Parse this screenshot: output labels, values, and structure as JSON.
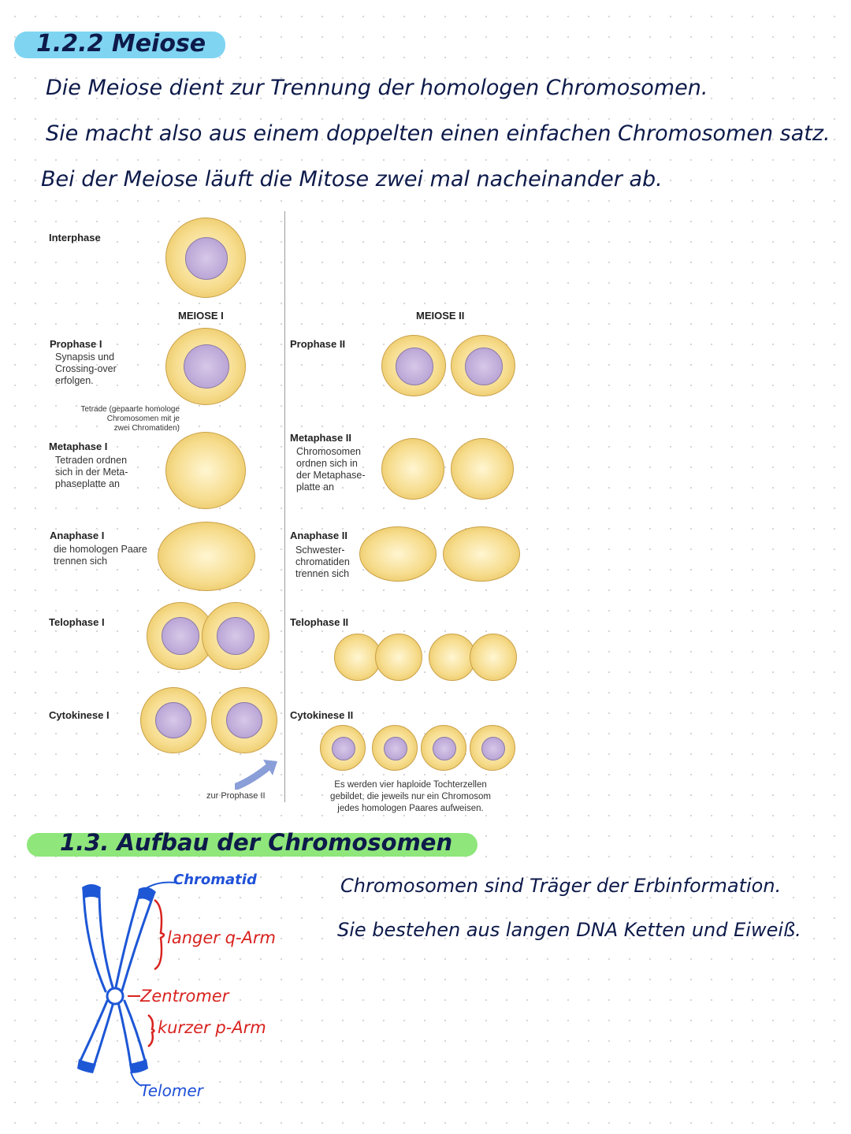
{
  "section1": {
    "heading": "1.2.2 Meiose",
    "lines": [
      "Die Meiose dient zur Trennung der homologen Chromosomen.",
      "Sie macht also aus einem doppelten einen einfachen Chromosomen satz.",
      "Bei der Meiose läuft die Mitose zwei mal nacheinander ab."
    ]
  },
  "diagram": {
    "interphase": "Interphase",
    "meiose1": "MEIOSE I",
    "meiose2": "MEIOSE II",
    "prophase1": {
      "label": "Prophase I",
      "desc": [
        "Synapsis und",
        "Crossing-over",
        "erfolgen."
      ]
    },
    "tetrade": [
      "Tetrade (gepaarte homologe",
      "Chromosomen mit je",
      "zwei Chromatiden)"
    ],
    "metaphase1": {
      "label": "Metaphase I",
      "desc": [
        "Tetraden ordnen",
        "sich in der Meta-",
        "phaseplatte an"
      ]
    },
    "anaphase1": {
      "label": "Anaphase I",
      "desc": [
        "die homologen Paare",
        "trennen sich"
      ]
    },
    "telophase1": {
      "label": "Telophase I"
    },
    "cytokinese1": {
      "label": "Cytokinese I"
    },
    "zur_prophase2": "zur Prophase II",
    "prophase2": {
      "label": "Prophase II"
    },
    "metaphase2": {
      "label": "Metaphase II",
      "desc": [
        "Chromosomen",
        "ordnen sich in",
        "der Metaphase-",
        "platte an"
      ]
    },
    "anaphase2": {
      "label": "Anaphase II",
      "desc": [
        "Schwester-",
        "chromatiden",
        "trennen sich"
      ]
    },
    "telophase2": {
      "label": "Telophase II"
    },
    "cytokinese2": {
      "label": "Cytokinese II"
    },
    "result": [
      "Es werden vier haploide Tochterzellen",
      "gebildet, die jeweils nur ein Chromosom",
      "jedes homologen Paares aufweisen."
    ]
  },
  "section2": {
    "heading": "1.3. Aufbau der Chromosomen",
    "lines": [
      "Chromosomen sind Träger der Erbinformation.",
      "Sie bestehen aus langen DNA Ketten und Eiweiß."
    ]
  },
  "chromosome": {
    "chromatid": "Chromatid",
    "q_arm": "langer q-Arm",
    "zentromer": "Zentromer",
    "p_arm": "kurzer p-Arm",
    "telomer": "Telomer"
  },
  "colors": {
    "heading1_highlight": "#7fd4f2",
    "heading2_highlight": "#8fe67a",
    "ink": "#0d1a4a",
    "blue_label": "#2051d8",
    "red_label": "#d8231f"
  }
}
